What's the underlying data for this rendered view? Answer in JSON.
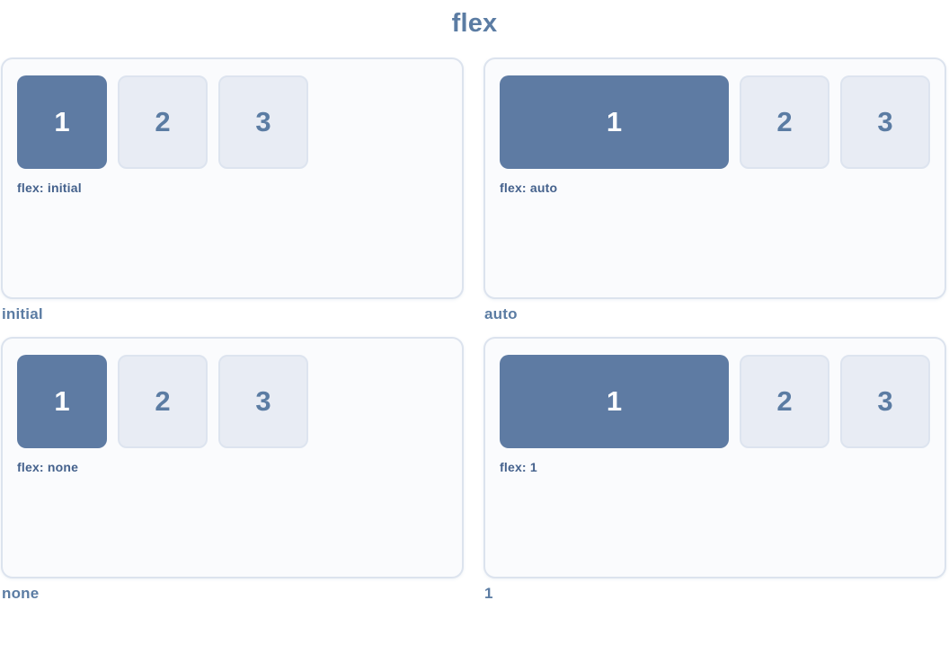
{
  "title": "flex",
  "colors": {
    "accent_dark_box": "#5e7ba3",
    "light_box_bg": "#e8ecf4",
    "light_box_border": "#dde4ef",
    "panel_bg": "#fafbfd",
    "panel_border": "#dce3ee",
    "caption_text": "#5b7ca3",
    "property_text": "#44618c",
    "box1_text": "#fcfdfe"
  },
  "panels": [
    {
      "caption": "initial",
      "property": "flex: initial",
      "boxes": [
        "1",
        "2",
        "3"
      ],
      "first_box_grows": false
    },
    {
      "caption": "auto",
      "property": "flex: auto",
      "boxes": [
        "1",
        "2",
        "3"
      ],
      "first_box_grows": true
    },
    {
      "caption": "none",
      "property": "flex: none",
      "boxes": [
        "1",
        "2",
        "3"
      ],
      "first_box_grows": false
    },
    {
      "caption": "1",
      "property": "flex: 1",
      "boxes": [
        "1",
        "2",
        "3"
      ],
      "first_box_grows": true
    }
  ]
}
